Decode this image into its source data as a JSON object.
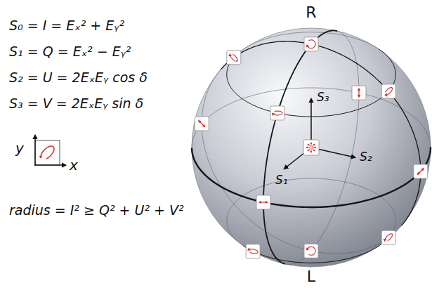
{
  "diagram": {
    "labels": [
      "S₀ = I = Eₓ² + Eᵧ²",
      "S₁ = Q = Eₓ² − Eᵧ²",
      "S₂ = U = 2EₓEᵧ cos δ",
      "S₃ = V = 2EₓEᵧ sin δ",
      "y",
      "x",
      "radius = I² ≥ Q² + U² + V²",
      "R",
      "S₃",
      "S₁",
      "S₂",
      "L"
    ]
  }
}
